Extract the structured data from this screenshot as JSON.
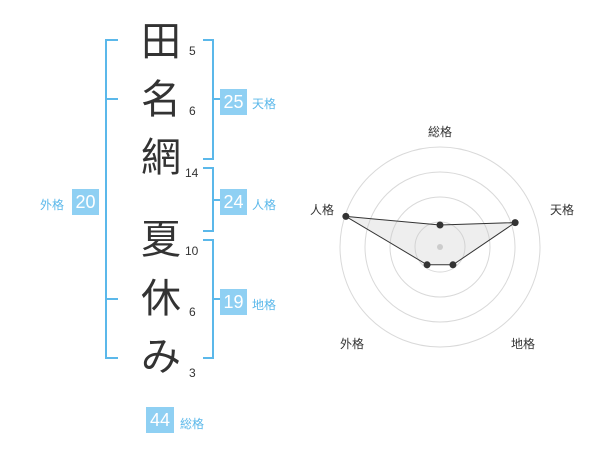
{
  "surname": [
    {
      "char": "田",
      "strokes": "5"
    },
    {
      "char": "名",
      "strokes": "6"
    },
    {
      "char": "網",
      "strokes": "14"
    }
  ],
  "given": [
    {
      "char": "夏",
      "strokes": "10"
    },
    {
      "char": "休",
      "strokes": "6"
    },
    {
      "char": "み",
      "strokes": "3"
    }
  ],
  "kaku": {
    "tenkaku": {
      "value": "25",
      "label": "天格"
    },
    "jinkaku": {
      "value": "24",
      "label": "人格"
    },
    "chikaku": {
      "value": "19",
      "label": "地格"
    },
    "gaikaku": {
      "value": "20",
      "label": "外格"
    },
    "soukaku": {
      "value": "44",
      "label": "総格"
    }
  },
  "colors": {
    "accent": "#8fd0f3",
    "label": "#5bb8ea",
    "bracket": "#5bb8ea"
  },
  "chart_data": {
    "type": "radar",
    "axes": [
      "総格",
      "天格",
      "地格",
      "外格",
      "人格"
    ],
    "values": [
      0.22,
      0.79,
      0.22,
      0.22,
      0.99
    ],
    "rlim": [
      0,
      1
    ],
    "rings": 4
  }
}
